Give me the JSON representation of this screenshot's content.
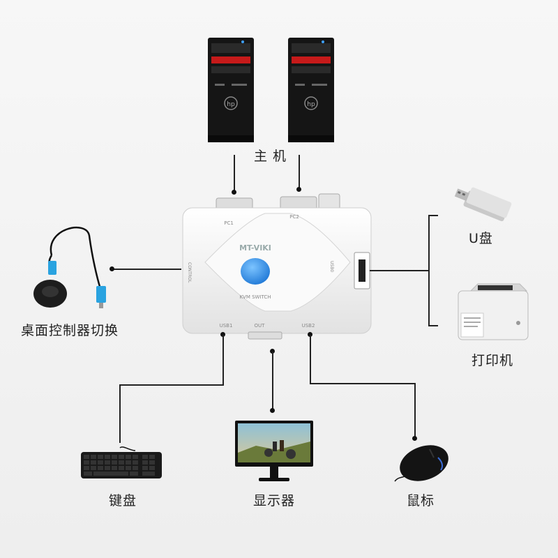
{
  "labels": {
    "host": "主 机",
    "desktop_controller": "桌面控制器切换",
    "usb_drive": "U盘",
    "printer": "打印机",
    "keyboard": "键盘",
    "monitor": "显示器",
    "mouse": "鼠标"
  },
  "kvm": {
    "brand": "MT-VIKI",
    "model": "KVM SWITCH",
    "port_pc1": "PC1",
    "port_pc2": "PC2",
    "port_control": "CONTROL",
    "port_usb0": "USB0",
    "port_usb1": "USB1",
    "port_usb2": "USB2",
    "port_out": "OUT"
  },
  "tower": {
    "logo": "hp"
  },
  "colors": {
    "tower_body": "#151515",
    "tower_stripe": "#c61a1a",
    "kvm_body": "#f4f4f4",
    "button_blue": "#2f8fe8",
    "controller_accent": "#2aa3e0"
  }
}
